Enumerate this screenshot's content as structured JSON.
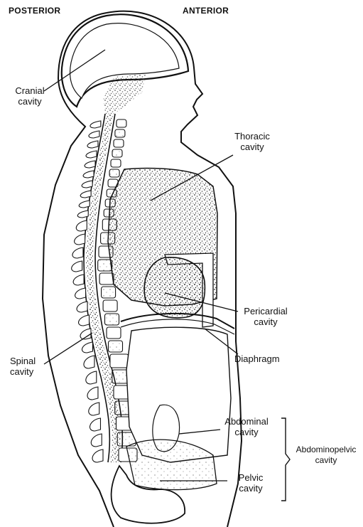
{
  "header": {
    "posterior": "POSTERIOR",
    "anterior": "ANTERIOR"
  },
  "labels": {
    "cranial_line1": "Cranial",
    "cranial_line2": "cavity",
    "thoracic_line1": "Thoracic",
    "thoracic_line2": "cavity",
    "pericardial_line1": "Pericardial",
    "pericardial_line2": "cavity",
    "diaphragm": "Diaphragm",
    "spinal_line1": "Spinal",
    "spinal_line2": "cavity",
    "abdominal_line1": "Abdominal",
    "abdominal_line2": "cavity",
    "abdominopelvic_line1": "Abdominopelvic",
    "abdominopelvic_line2": "cavity",
    "pelvic_line1": "Pelvic",
    "pelvic_line2": "cavity"
  }
}
